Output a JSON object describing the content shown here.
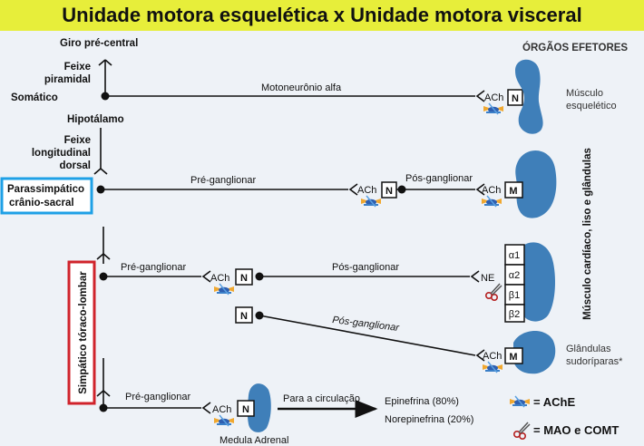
{
  "title": "Unidade motora esquelética x Unidade motora visceral",
  "labels": {
    "giro": "Giro pré-central",
    "feixe_piramidal_1": "Feixe",
    "feixe_piramidal_2": "piramidal",
    "somatico": "Somático",
    "hipotalamo": "Hipotálamo",
    "feixe_long_1": "Feixe",
    "feixe_long_2": "longitudinal",
    "feixe_long_3": "dorsal",
    "parassimpatico_1": "Parassimpático",
    "parassimpatico_2": "crânio-sacral",
    "simpatico_vertical": "Simpático  tóraco-lombar",
    "orgaos_efetores": "ÓRGÃOS EFETORES",
    "musculo_1": "Músculo",
    "musculo_2": "esquelético",
    "musculo_vertical": "Músculo cardíaco, liso e glândulas",
    "glandulas_1": "Glândulas",
    "glandulas_2": "sudoríparas*",
    "motoneuronio": "Motoneurônio alfa",
    "pre_ganglionar": "Pré-ganglionar",
    "pos_ganglionar": "Pós-ganglionar",
    "para_circulacao": "Para a circulação",
    "epinefrina": "Epinefrina (80%)",
    "norepinefrina": "Norepinefrina (20%)",
    "medula_adrenal": "Medula Adrenal",
    "ach": "ACh",
    "ne": "NE",
    "receptor_n": "N",
    "receptor_m": "M",
    "alpha1": "α1",
    "alpha2": "α2",
    "beta1": "β1",
    "beta2": "β2",
    "legend_ache": "= AChE",
    "legend_mao": "= MAO e COMT"
  },
  "colors": {
    "title_bg": "#e7ee3a",
    "panel_bg": "#eef2f7",
    "organ_blue": "#3f7fb9",
    "parasympathetic_box": "#1ea0e6",
    "sympathetic_box": "#d0232b"
  }
}
